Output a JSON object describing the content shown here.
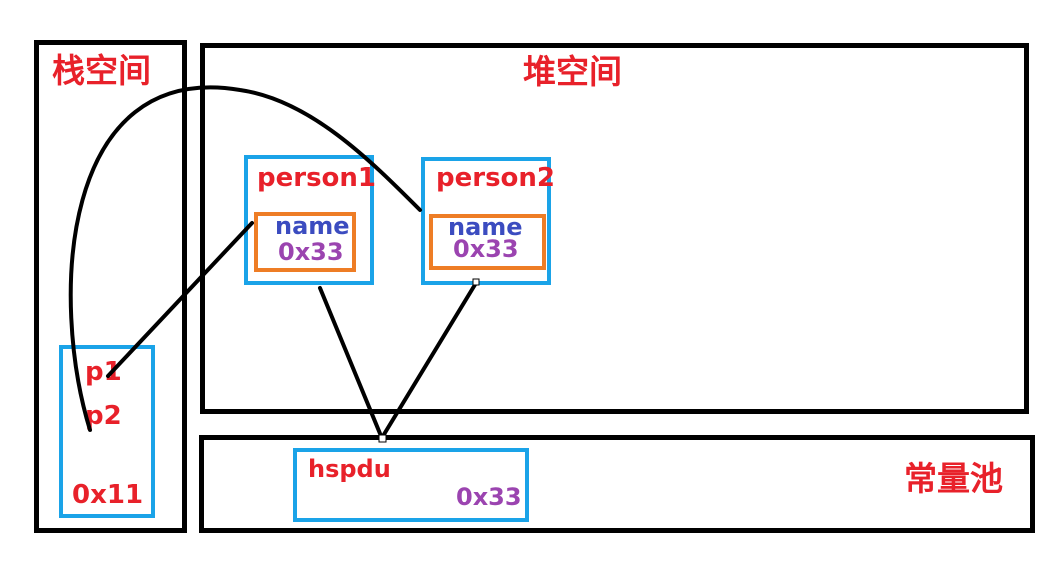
{
  "stack": {
    "title": "栈空间",
    "vars": {
      "p1": "p1",
      "p2": "p2",
      "addr": "0x11"
    }
  },
  "heap": {
    "title": "堆空间",
    "person1": {
      "title": "person1",
      "field_name": "name",
      "field_value": "0x33"
    },
    "person2": {
      "title": "person2",
      "field_name": "name",
      "field_value": "0x33"
    }
  },
  "pool": {
    "title": "常量池",
    "entry": {
      "value": "hspdu",
      "addr": "0x33"
    }
  },
  "colors": {
    "region_border": "#000000",
    "object_border": "#1aa3e8",
    "field_border": "#ee7d25",
    "title_text": "#e8212a",
    "field_name_text": "#3b4cc0",
    "address_text": "#9b44b0"
  }
}
